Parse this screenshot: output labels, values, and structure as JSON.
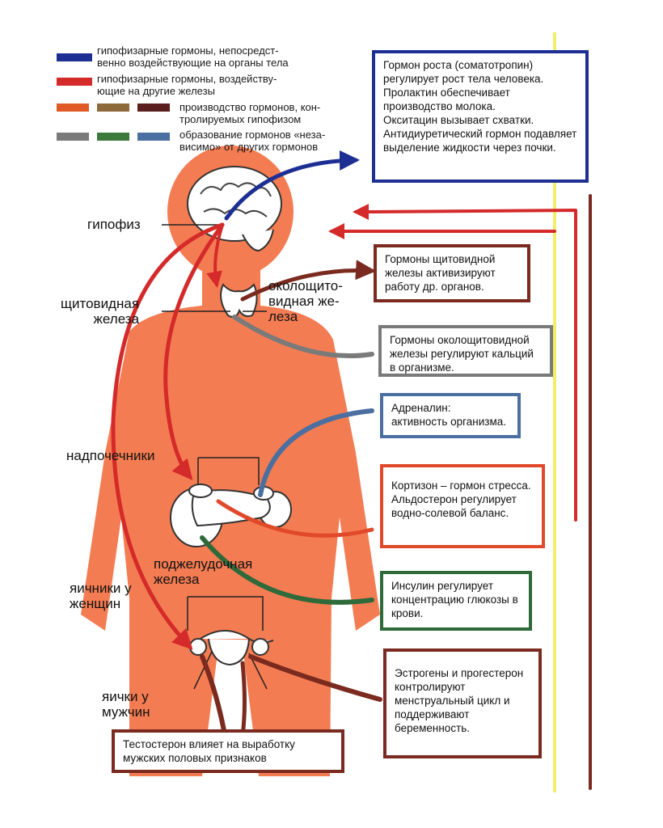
{
  "legend": {
    "items": [
      {
        "text": "гипофизарные гормоны, непосредст-\nвенно воздействующие на органы тела",
        "color": "#1e2f94"
      },
      {
        "text": "гипофизарные гормоны, воздейству-\nющие на другие железы",
        "color": "#d42a2a"
      },
      {
        "text": "производство гормонов, кон-\nтролируемых гипофизом",
        "colors": [
          "#e05a28",
          "#8c6a3a",
          "#5a1e1e"
        ]
      },
      {
        "text": "образование гормонов «неза-\nвисимо» от других гормонов",
        "colors": [
          "#7a7a7a",
          "#3c7a3c",
          "#4a6fa0"
        ]
      }
    ]
  },
  "labels": {
    "pituitary": "гипофиз",
    "thyroid": "щитовидная\nжелеза",
    "parathyroid": "околощито-\nвидная же-\nлеза",
    "adrenals": "надпочечники",
    "pancreas": "поджелудочная\nжелеза",
    "ovaries": "яичники у\nженщин",
    "testes": "яички у\nмужчин"
  },
  "boxes": {
    "pituitary_box": [
      "Гормон роста (соматотропин) регулирует рост тела человека.",
      "Пролактин обеспечивает производство молока.",
      "Окситацин вызывает схватки.",
      "Антидиуретический гормон подавляет выделение жидкости через почки."
    ],
    "thyroid_box": "Гормоны щитовидной железы активизируют работу др. органов.",
    "parathyroid_box": "Гормоны околощитовидной железы регулируют кальций в организме.",
    "adrenaline_box": "Адреналин: активность организма.",
    "cortisone_box": "Кортизон – гормон стресса. Альдостерон регулирует водно-солевой баланс.",
    "insulin_box": "Инсулин регулирует концентрацию глюкозы в крови.",
    "estrogen_box": "Эстрогены и прогестерон контролируют менструальный цикл и поддерживают беременность.",
    "testosterone_box": "Тестостерон влияет на выработку мужских половых признаков"
  },
  "colors": {
    "body": "#f47c52",
    "blue": "#1e2f94",
    "red": "#d42a2a",
    "brown": "#7a2a1e",
    "grey": "#7a7a7a",
    "green": "#2e6a3a",
    "steel": "#4a6fa0",
    "orange_red": "#e04a2a"
  }
}
